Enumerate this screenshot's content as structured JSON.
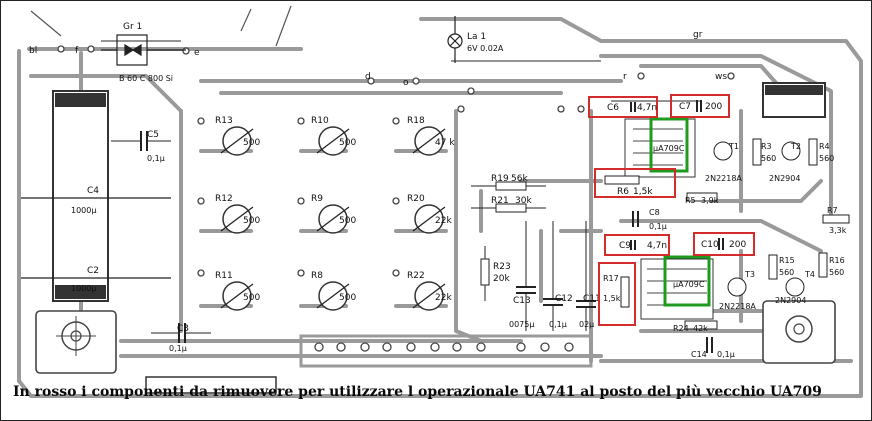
{
  "caption": "In rosso i componenti da rimuovere per utilizzare l operazionale  UA741 al posto del più vecchio UA709",
  "colors": {
    "remove": "#d42b2b",
    "opamp": "#1f9a1f",
    "trace": "#9a9a9a",
    "pad": "#ffffff"
  },
  "top_labels": {
    "gr": "Gr 1",
    "bridge": "B 60 C 800 Si",
    "lamp": "La 1",
    "lamp_rating": "6V 0.02A",
    "bl": "bl",
    "f": "f",
    "e": "e",
    "d": "d",
    "o": "o",
    "r": "r",
    "gr2": "gr",
    "ws": "ws"
  },
  "pots": [
    {
      "ref": "R13",
      "value": "500"
    },
    {
      "ref": "R10",
      "value": "500"
    },
    {
      "ref": "R18",
      "value": "47 k"
    },
    {
      "ref": "R12",
      "value": "500"
    },
    {
      "ref": "R9",
      "value": "500"
    },
    {
      "ref": "R20",
      "value": "22k"
    },
    {
      "ref": "R11",
      "value": "500"
    },
    {
      "ref": "R8",
      "value": "500"
    },
    {
      "ref": "R22",
      "value": "22k"
    }
  ],
  "caps_left": [
    {
      "ref": "C5",
      "value": "0,1μ"
    },
    {
      "ref": "C4",
      "value": "1000μ"
    },
    {
      "ref": "C2",
      "value": "1000μ"
    },
    {
      "ref": "C3",
      "value": "0,1μ"
    }
  ],
  "resistors_mid": [
    {
      "ref": "R19",
      "value": "56k"
    },
    {
      "ref": "R21",
      "value": "30k"
    },
    {
      "ref": "R23",
      "value": "20k"
    }
  ],
  "caps_mid": [
    {
      "ref": "C13",
      "value": "0075μ"
    },
    {
      "ref": "C12",
      "value": "0,1μ"
    },
    {
      "ref": "C11",
      "value": "02μ"
    }
  ],
  "remove_boxes": [
    {
      "ref": "C6",
      "value": "4,7n"
    },
    {
      "ref": "C7",
      "value": "200"
    },
    {
      "ref": "R6",
      "value": "1,5k"
    },
    {
      "ref": "C9",
      "value": "4,7n"
    },
    {
      "ref": "C10",
      "value": "200"
    },
    {
      "ref": "R17",
      "value": "1,5k"
    }
  ],
  "opamps": [
    {
      "ref": "µA709C"
    },
    {
      "ref": "µA709C"
    }
  ],
  "right_parts": {
    "t1": "T1",
    "t2": "T2",
    "t3": "T3",
    "t4": "T4",
    "r3": "R3",
    "r3v": "560",
    "r4": "R4",
    "r4v": "560",
    "q1": "2N2218A",
    "q2": "2N2904",
    "q3": "2N2218A",
    "q4": "2N2904",
    "r5": "R5",
    "r5v": "3,9k",
    "c8": "C8",
    "c8v": "0,1μ",
    "r7": "R7",
    "r7v": "3,3k",
    "r15": "R15",
    "r15v": "560",
    "r16": "R16",
    "r16v": "560",
    "r24": "R24",
    "r24v": "42k",
    "c14": "C14",
    "c14v": "0,1μ"
  }
}
